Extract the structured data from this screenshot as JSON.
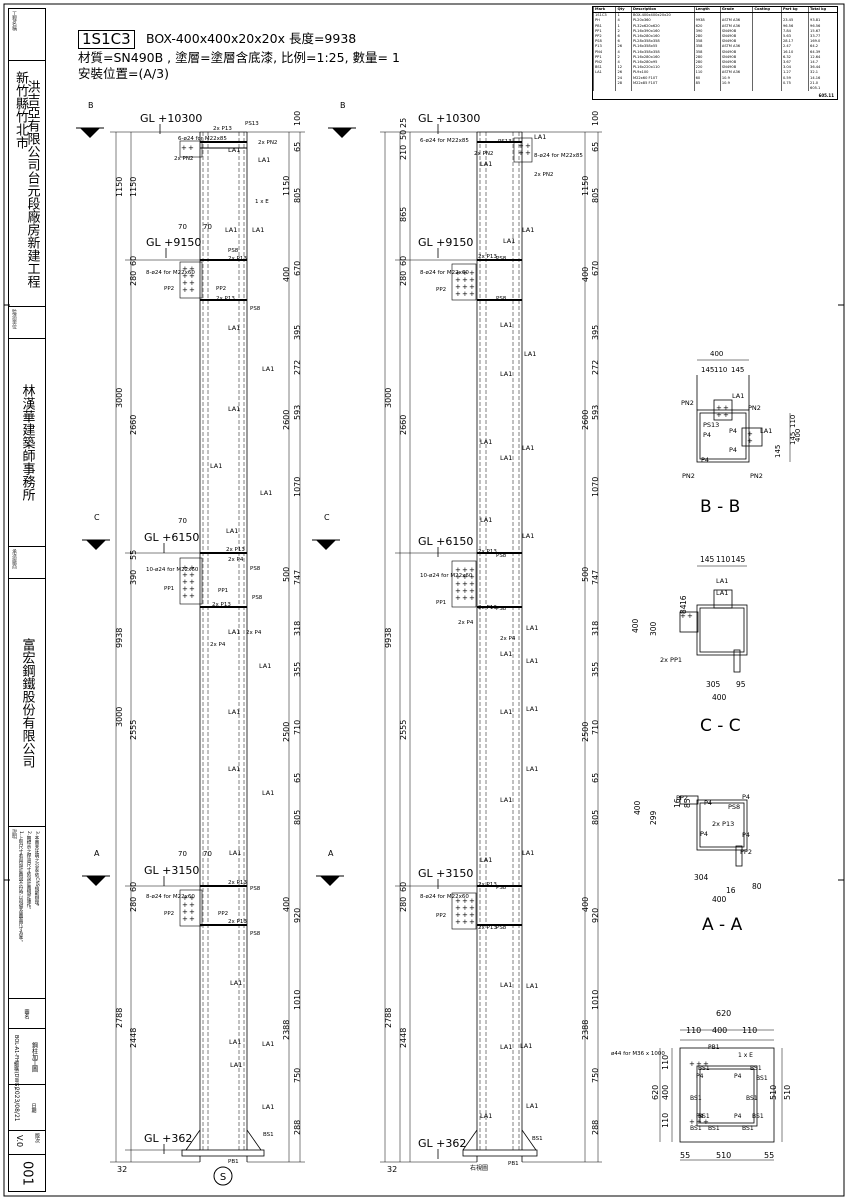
{
  "header": {
    "member_id": "1S1C3",
    "spec_line": "BOX-400x400x20x20x 長度=9938",
    "material_line": "材質=SN490B , 塗層=塗層含底漆, 比例=1:25, 數量=  1",
    "position_line": "安裝位置=(A/3)"
  },
  "title_block": {
    "project_label": "工程名稱",
    "project_name": "洪吉亞有限公司台元段廠房新建工程",
    "location": "新竹縣竹北市",
    "supervisor_label": "監造單位",
    "architect": "林漢華建築師事務所",
    "contractor_label": "承造廠商",
    "fabricator": "富宏鋼鐵股份有限公司",
    "notes_label": "說明",
    "notes": [
      "1.上列尺寸若與設計圖說不符時,以現場及圖面尺寸為準。",
      "2.無標示之焊道尺寸依設計圖規定施作。",
      "3.本圖未註明之公差,依CNS規範辦理。"
    ],
    "drawn_label": "圖名",
    "drawing_title": "鋼柱加工圖",
    "date_label": "日期",
    "date": "2023/08/21",
    "file_label": "圖號",
    "file_name": "BOL-A1-FH鋼構(DWG)",
    "version_label": "版次",
    "version": "V.0",
    "sheet_no": "001"
  },
  "bom": {
    "columns": [
      "Mark",
      "Qty",
      "Description",
      "Length",
      "Grade",
      "Coating",
      "Part kg",
      "Total kg"
    ],
    "rows": [
      [
        "1S1C3",
        "1",
        "BOX-400x400x20x20",
        "",
        "",
        "",
        "",
        ""
      ],
      [
        "PH",
        "4",
        "PL20x360",
        "9938",
        "ASTM A36",
        "",
        "23.45",
        "93.81"
      ],
      [
        "PB1",
        "1",
        "PL32x620x620",
        "620",
        "ASTM A36",
        "",
        "96.56",
        "96.56"
      ],
      [
        "PP1",
        "2",
        "PL16x390x160",
        "390",
        "SN490B",
        "",
        "7.84",
        "15.67"
      ],
      [
        "PP2",
        "6",
        "PL16x280x160",
        "280",
        "SN490B",
        "",
        "5.63",
        "33.77"
      ],
      [
        "PS8",
        "6",
        "PL28x358x358",
        "358",
        "SN490B",
        "",
        "28.17",
        "169.0"
      ],
      [
        "P13",
        "26",
        "PL16x358x55",
        "358",
        "ASTM A36",
        "",
        "2.47",
        "64.2"
      ],
      [
        "PN4",
        "4",
        "PL16x358x358",
        "358",
        "SN490B",
        "",
        "16.10",
        "64.39"
      ],
      [
        "PP1",
        "2",
        "PL16x280x160",
        "280",
        "SN490B",
        "",
        "6.32",
        "12.64"
      ],
      [
        "PN2",
        "4",
        "PL16x280x95",
        "280",
        "SN490B",
        "",
        "3.67",
        "14.7"
      ],
      [
        "BS1",
        "12",
        "PL16x220x110",
        "220",
        "SN490B",
        "",
        "3.04",
        "36.44"
      ],
      [
        "LA1",
        "26",
        "PL9x100",
        "110",
        "ASTM A36",
        "",
        "1.27",
        "32.1"
      ],
      [
        "",
        "24",
        "M22x60 F10T",
        "60",
        "10.9",
        "",
        "0.59",
        "14.16"
      ],
      [
        "",
        "28",
        "M22x85 F10T",
        "85",
        "10.9",
        "",
        "0.75",
        "21.0"
      ],
      [
        "",
        "",
        "",
        "",
        "",
        "",
        "",
        "605.1"
      ]
    ],
    "total_label": "605.11"
  },
  "elevations": {
    "gl_labels": [
      "GL +10300",
      "GL +9150",
      "GL +6150",
      "GL +3150",
      "GL +362"
    ],
    "section_markers": [
      "B",
      "C",
      "A"
    ],
    "plate_labels": {
      "pp1": "PP1",
      "pp2": "PP2",
      "ps8": "PS8",
      "ps13": "PS13",
      "la1": "LA1",
      "p13x2": "2x P13",
      "pn2x2": "2x PN2",
      "p4x2": "2x P4",
      "p4": "P4",
      "pb1": "PB1",
      "bs1": "BS1",
      "one_e": "1 x E"
    },
    "bolt_notes": {
      "top": "6-ø24 for M22x85",
      "top_right": "8-ø24 for M22x85",
      "mid": "8-ø24 for M22x60",
      "c": "10-ø24 for M22x60"
    },
    "left_dims_outer": [
      "1150",
      "3000",
      "9938",
      "3000",
      "2788"
    ],
    "left_dims_inner": [
      "1150",
      "60",
      "280",
      "2660",
      "55",
      "390",
      "2555",
      "60",
      "280",
      "2448",
      "32"
    ],
    "left_small": [
      "70",
      "70",
      "70",
      "70",
      "70"
    ],
    "right_dims_a": [
      "100",
      "65",
      "1150",
      "805",
      "670",
      "400",
      "395",
      "272",
      "2600",
      "593",
      "1070",
      "747",
      "500",
      "318",
      "355",
      "2500",
      "710",
      "65",
      "805",
      "920",
      "400",
      "1010",
      "2388",
      "750",
      "288"
    ],
    "right_dims_b": [
      "25",
      "50",
      "210",
      "865",
      "60",
      "280",
      "2660",
      "9938",
      "3000",
      "2555",
      "60",
      "280",
      "2788",
      "2448",
      "32"
    ],
    "view_label_s": "S",
    "right_view_label": "右視圖"
  },
  "sections": {
    "bb": {
      "title": "B - B",
      "dims": [
        "400",
        "145",
        "110",
        "145",
        "110",
        "145",
        "145",
        "400"
      ],
      "labels": [
        "PN2",
        "PN2",
        "PN2",
        "PN2",
        "LA1",
        "LA1",
        "P4",
        "P4",
        "P4",
        "P4",
        "PS13"
      ]
    },
    "cc": {
      "title": "C - C",
      "dims": [
        "145",
        "110",
        "145",
        "16",
        "84",
        "400",
        "300",
        "305",
        "95",
        "400"
      ],
      "labels": [
        "LA1",
        "2x PP1"
      ]
    },
    "aa": {
      "title": "A - A",
      "dims": [
        "400",
        "299",
        "16",
        "85",
        "304",
        "16",
        "80",
        "400"
      ],
      "labels": [
        "PP2",
        "P4",
        "PS8",
        "P4",
        "2x P13",
        "P4",
        "P4",
        "PP2"
      ]
    },
    "base": {
      "dims": [
        "620",
        "110",
        "400",
        "110",
        "620",
        "110",
        "400",
        "110",
        "510",
        "510",
        "55",
        "510",
        "55"
      ],
      "labels": [
        "PB1",
        "1 x E",
        "BS1",
        "BS1",
        "BS1",
        "BS1",
        "BS1",
        "BS1",
        "P4",
        "P4",
        "P4",
        "P4",
        "BS1",
        "BS1",
        "BS1",
        "BS1"
      ],
      "note": "ø44 for M36 x 1000"
    }
  }
}
